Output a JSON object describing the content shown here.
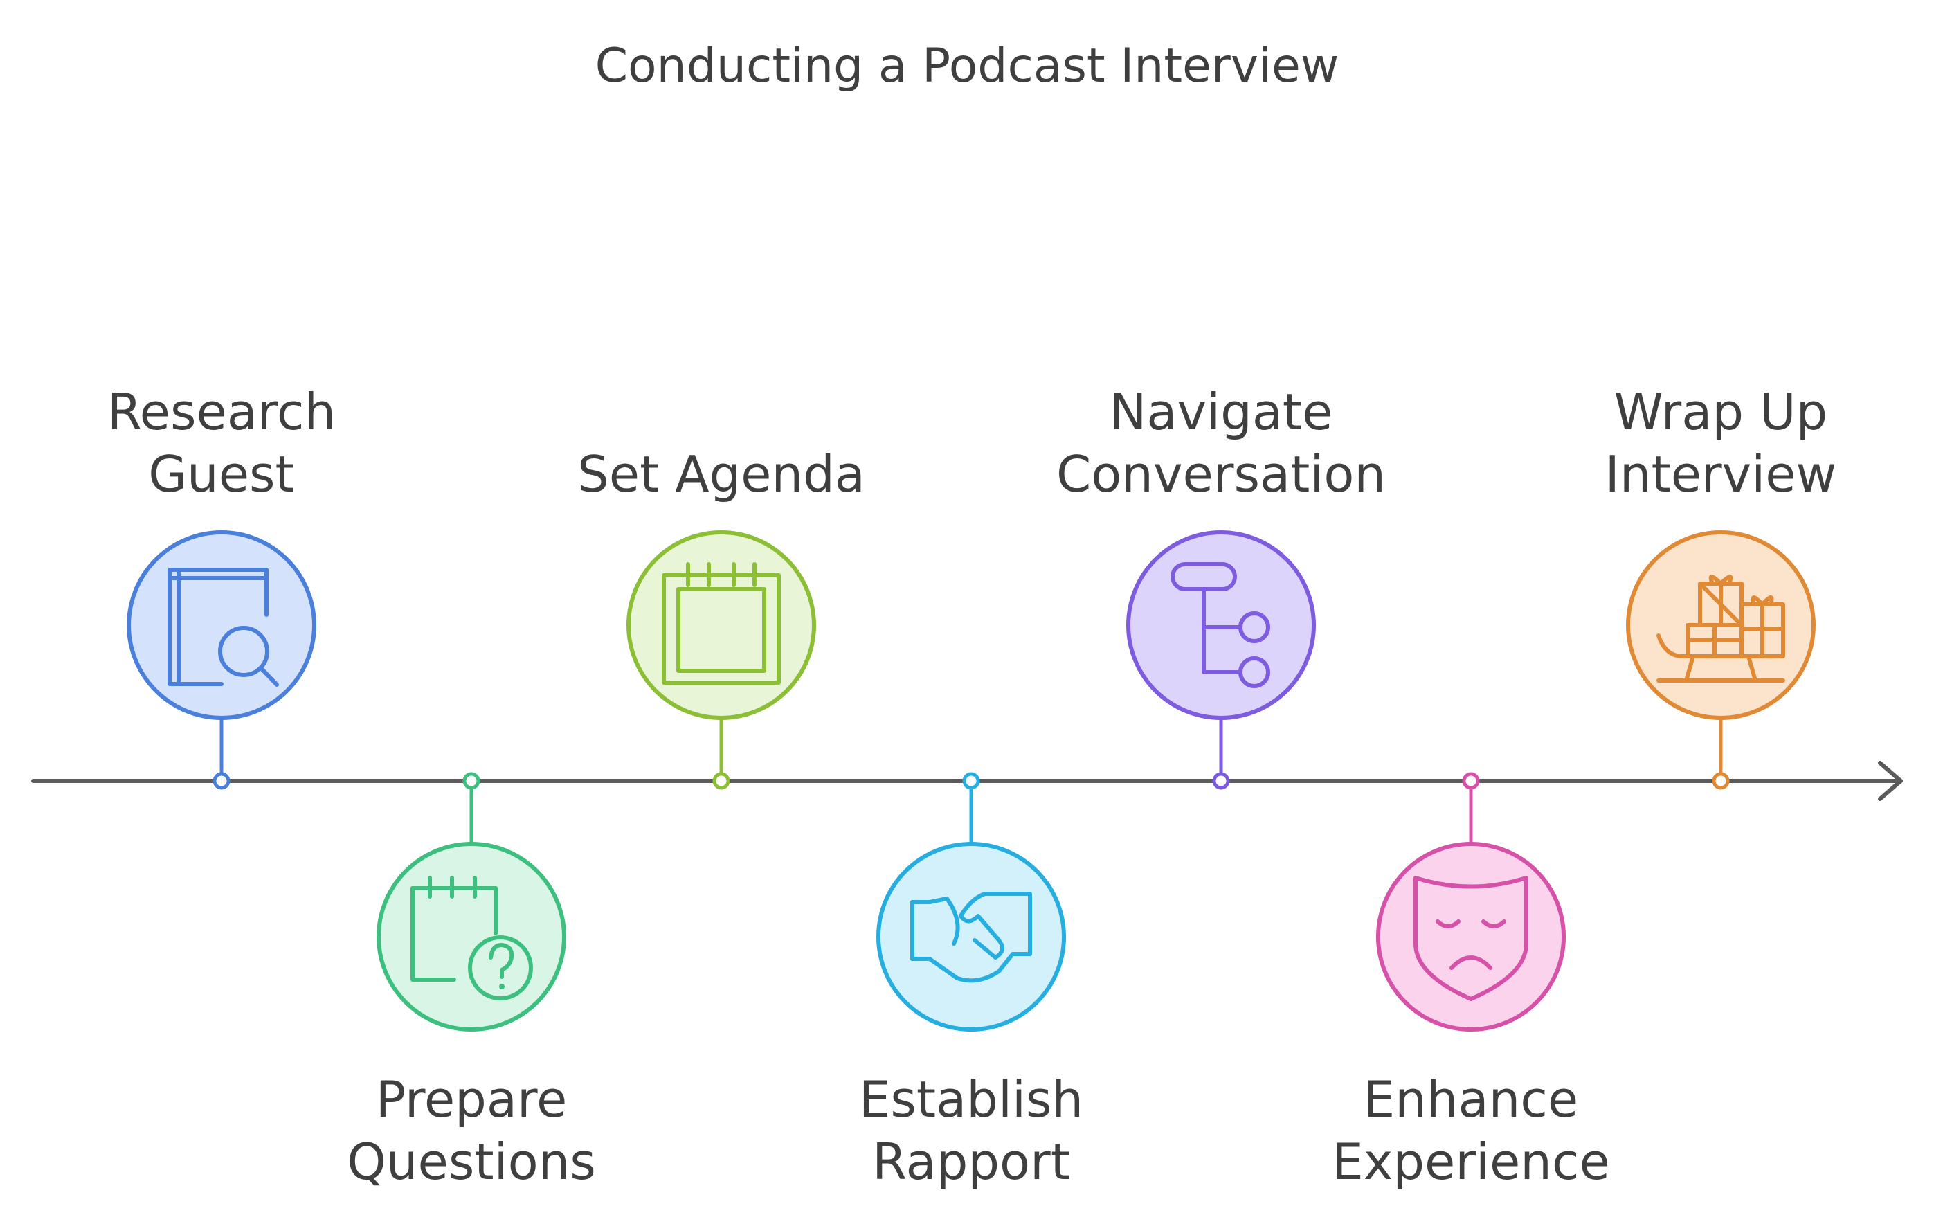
{
  "title": "Conducting a Podcast Interview",
  "steps": [
    {
      "line1": "Research",
      "line2": "Guest",
      "side": "above",
      "icon": "book-magnifier-icon",
      "stroke": "#4a7fdb",
      "fill": "#d4e2fb"
    },
    {
      "line1": "Prepare",
      "line2": "Questions",
      "side": "below",
      "icon": "calendar-question-icon",
      "stroke": "#3dbf7f",
      "fill": "#d8f5e6"
    },
    {
      "line1": "",
      "line2": "Set Agenda",
      "side": "above",
      "icon": "calendar-icon",
      "stroke": "#8cbf35",
      "fill": "#e8f5d6"
    },
    {
      "line1": "Establish",
      "line2": "Rapport",
      "side": "below",
      "icon": "handshake-icon",
      "stroke": "#26aee0",
      "fill": "#d3f1fb"
    },
    {
      "line1": "Navigate",
      "line2": "Conversation",
      "side": "above",
      "icon": "flowchart-icon",
      "stroke": "#7d5ce0",
      "fill": "#ddd4fb"
    },
    {
      "line1": "Enhance",
      "line2": "Experience",
      "side": "below",
      "icon": "sad-mask-icon",
      "stroke": "#d652a8",
      "fill": "#fbd3ec"
    },
    {
      "line1": "Wrap Up",
      "line2": "Interview",
      "side": "above",
      "icon": "sleigh-gifts-icon",
      "stroke": "#e08a35",
      "fill": "#fbe3cc"
    }
  ],
  "colors": {
    "axis": "#5a5a5a",
    "text": "#3f3f3f"
  }
}
